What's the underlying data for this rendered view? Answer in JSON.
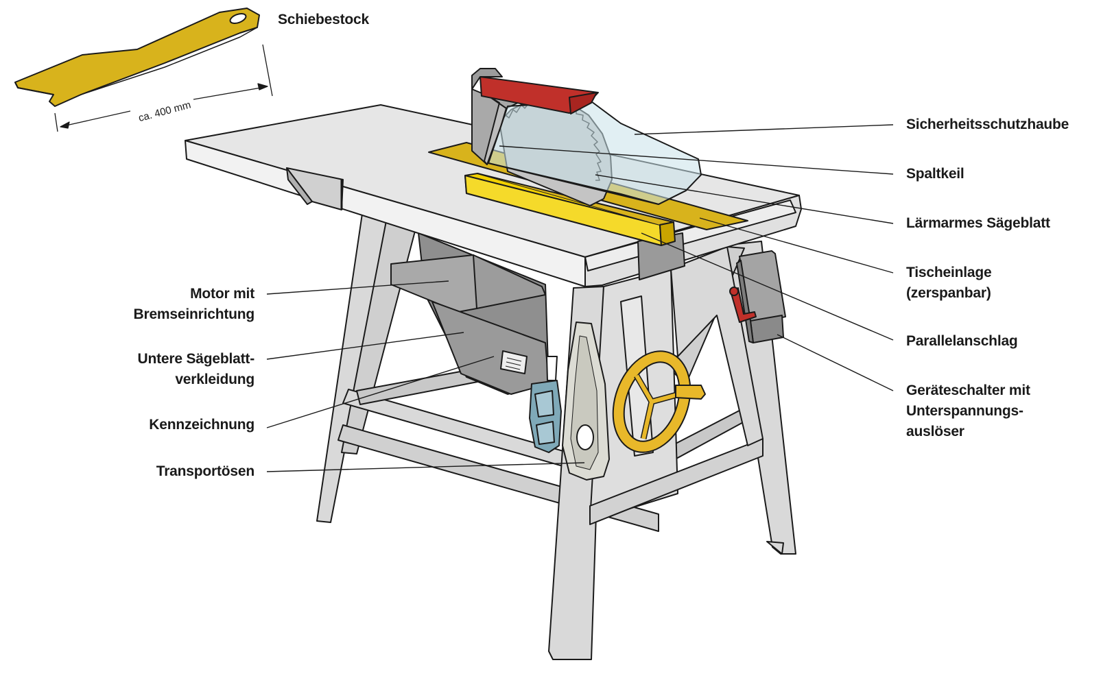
{
  "colors": {
    "metal": "#d9d9d9",
    "metal_dark": "#b9b9b9",
    "table_top": "#e6e6e6",
    "housing": "#a9a9a9",
    "housing_dark": "#8f8f8f",
    "yellow": "#f2d000",
    "gold": "#d8b31c",
    "red": "#c0302a",
    "glass": "#c8e2ea",
    "outline": "#1a1a1a"
  },
  "pushstick": {
    "label": "Schiebestock",
    "dimension": "ca. 400 mm"
  },
  "labels_left": [
    {
      "id": "motor",
      "lines": [
        "Motor mit",
        "Bremseinrichtung"
      ]
    },
    {
      "id": "lower-guard",
      "lines": [
        "Untere Sägeblatt-",
        "verkleidung"
      ]
    },
    {
      "id": "marking",
      "lines": [
        "Kennzeichnung"
      ]
    },
    {
      "id": "transport",
      "lines": [
        "Transportösen"
      ]
    }
  ],
  "labels_right": [
    {
      "id": "safety-guard",
      "lines": [
        "Sicherheitsschutzhaube"
      ]
    },
    {
      "id": "riving-knife",
      "lines": [
        "Spaltkeil"
      ]
    },
    {
      "id": "blade",
      "lines": [
        "Lärmarmes Sägeblatt"
      ]
    },
    {
      "id": "table-insert",
      "lines": [
        "Tischeinlage",
        "(zerspanbar)"
      ]
    },
    {
      "id": "rip-fence",
      "lines": [
        "Parallelanschlag"
      ]
    },
    {
      "id": "switch",
      "lines": [
        "Geräteschalter mit",
        "Unterspannungs-",
        "auslöser"
      ]
    }
  ]
}
